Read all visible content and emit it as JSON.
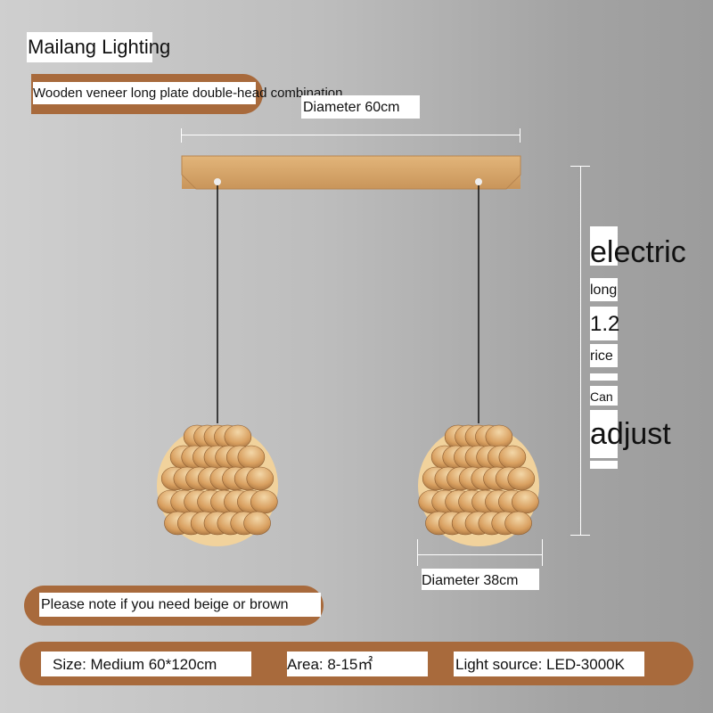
{
  "brand": "Mailang Lighting",
  "subtitle": "Wooden veneer long plate double-head combination",
  "dimensions": {
    "plate_diameter": "Diameter 60cm",
    "shade_diameter": "Diameter 38cm"
  },
  "side_fragments": [
    "electric",
    "long",
    "1.2",
    "rice",
    "Can",
    "adjust"
  ],
  "note": "Please note if you need beige or brown",
  "specs": {
    "size": "Size: Medium 60*120cm",
    "area": "Area: 8-15㎡",
    "light_source": "Light source: LED-3000K"
  },
  "colors": {
    "accent": "#a86a3c",
    "wood": "#d9a86a"
  }
}
